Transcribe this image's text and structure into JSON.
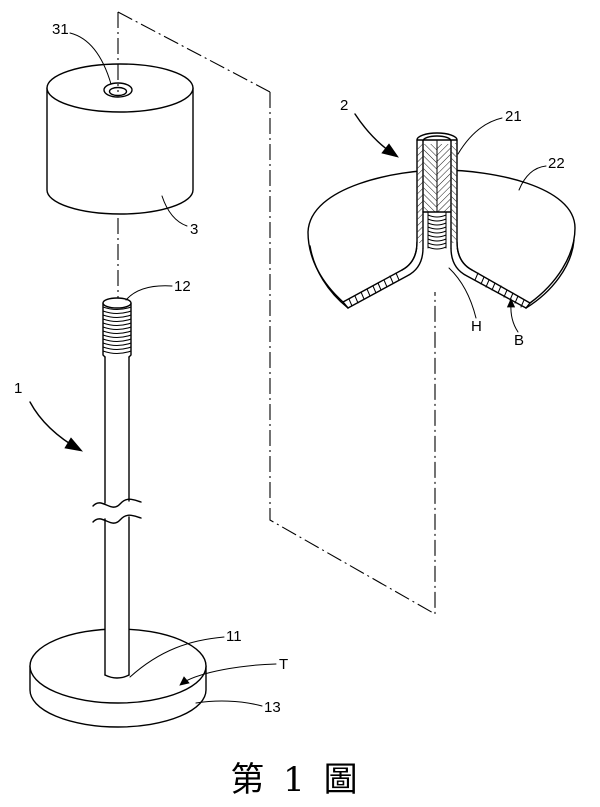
{
  "figure": {
    "caption": "第 1 圖",
    "labels": {
      "cylinder_hole": "31",
      "cylinder": "3",
      "rod_thread": "12",
      "rod_assembly": "1",
      "cap_assembly": "2",
      "cap_tube": "21",
      "cap_disc": "22",
      "cap_hole": "H",
      "cap_underside": "B",
      "base_top": "11",
      "base_surface": "T",
      "base": "13"
    }
  }
}
